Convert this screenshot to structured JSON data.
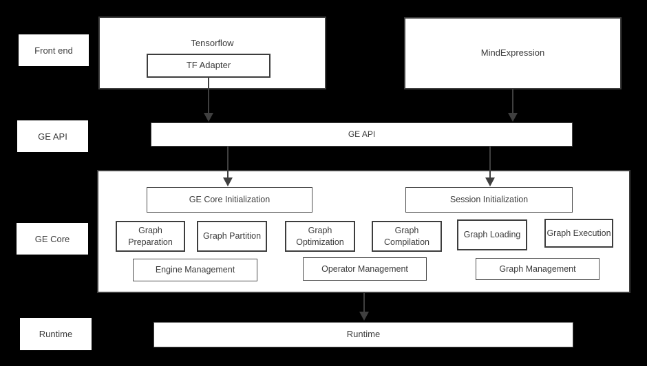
{
  "colors": {
    "background": "#000000",
    "box_fill": "#ffffff",
    "box_border": "#3d3d3d",
    "text": "#3b3b3b",
    "arrow": "#3f3f3f"
  },
  "side_labels": {
    "front_end": "Front end",
    "ge_api": "GE API",
    "ge_core": "GE Core",
    "runtime": "Runtime"
  },
  "frontend": {
    "tensorflow_title": "Tensorflow",
    "tf_adapter": "TF Adapter",
    "mindexpression": "MindExpression"
  },
  "api": {
    "ge_api_bar": "GE API"
  },
  "ge_core": {
    "ge_core_initialization": "GE Core Initialization",
    "session_initialization": "Session Initialization",
    "modules": [
      "Graph Preparation",
      "Graph Partition",
      "Graph Optimization",
      "Graph Compilation",
      "Graph Loading",
      "Graph Execution"
    ],
    "management": [
      "Engine Management",
      "Operator Management",
      "Graph Management"
    ]
  },
  "runtime": {
    "runtime_bar": "Runtime"
  }
}
